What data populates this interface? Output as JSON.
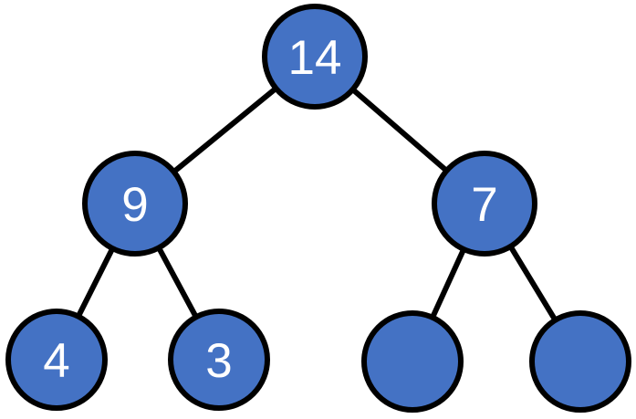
{
  "diagram": {
    "type": "binary-tree",
    "background_color": "#ffffff",
    "node_fill_color": "#4472C4",
    "node_border_color": "#000000",
    "edge_color": "#000000",
    "label_color": "#ffffff",
    "nodes": {
      "root": {
        "label": "14"
      },
      "left": {
        "label": "9"
      },
      "right": {
        "label": "7"
      },
      "left_left": {
        "label": "4"
      },
      "left_right": {
        "label": "3"
      },
      "right_left": {
        "label": ""
      },
      "right_right": {
        "label": ""
      }
    },
    "edges": [
      {
        "from": "root",
        "to": "left"
      },
      {
        "from": "root",
        "to": "right"
      },
      {
        "from": "left",
        "to": "left_left"
      },
      {
        "from": "left",
        "to": "left_right"
      },
      {
        "from": "right",
        "to": "right_left"
      },
      {
        "from": "right",
        "to": "right_right"
      }
    ]
  }
}
